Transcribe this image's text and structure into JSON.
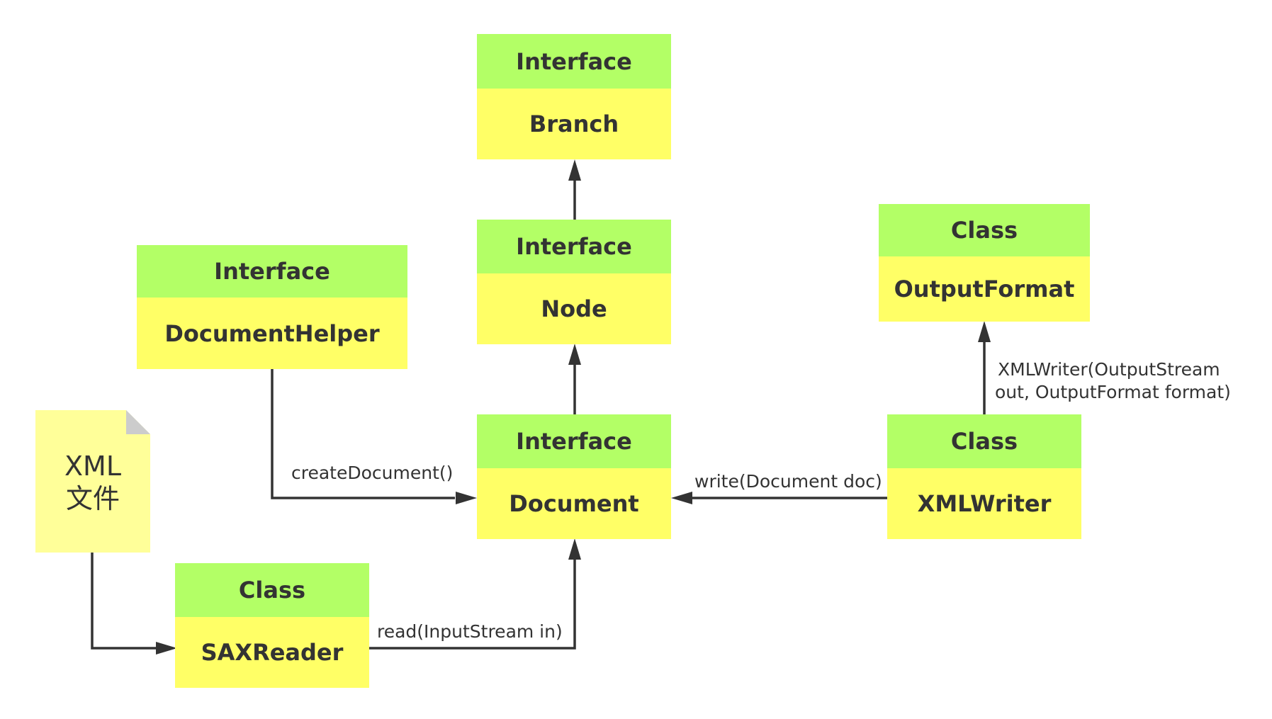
{
  "nodes": {
    "branch": {
      "kind": "Interface",
      "name": "Branch"
    },
    "node": {
      "kind": "Interface",
      "name": "Node"
    },
    "document_helper": {
      "kind": "Interface",
      "name": "DocumentHelper"
    },
    "document": {
      "kind": "Interface",
      "name": "Document"
    },
    "output_format": {
      "kind": "Class",
      "name": "OutputFormat"
    },
    "xml_writer": {
      "kind": "Class",
      "name": "XMLWriter"
    },
    "sax_reader": {
      "kind": "Class",
      "name": "SAXReader"
    }
  },
  "file": {
    "line1": "XML",
    "line2": "文件"
  },
  "edges": {
    "create_document": "createDocument()",
    "write": "write(Document doc)",
    "xmlwriter_ctor_line1": "XMLWriter(OutputStream",
    "xmlwriter_ctor_line2": "out, OutputFormat format)",
    "read": "read(InputStream in)"
  },
  "colors": {
    "header": "#b3ff66",
    "body": "#ffff66",
    "file": "#ffff99",
    "file_fold": "#cccccc",
    "line": "#333333"
  }
}
